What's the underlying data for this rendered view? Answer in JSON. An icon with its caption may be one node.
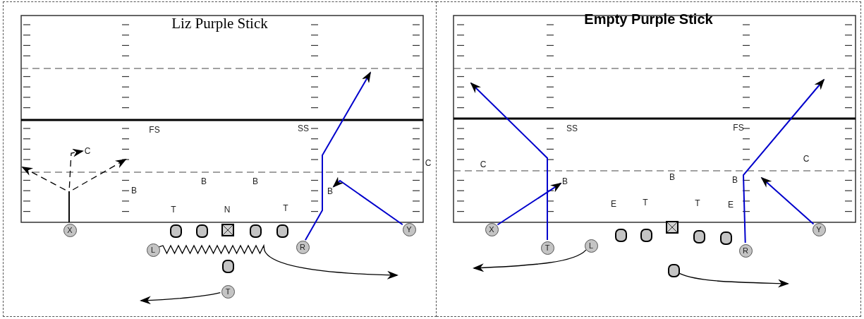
{
  "diagram": {
    "nodes": [
      {
        "text": [
          "Liz Purple Stick"
        ]
      },
      {
        "text": [
          "X"
        ],
        "in": 0
      },
      {
        "text": [],
        "shape": "circle",
        "in": 0
      },
      {
        "text": [],
        "shape": "circle",
        "in": 0
      },
      {
        "text": [],
        "shape": "box",
        "in": 0
      },
      {
        "text": [],
        "shape": "circle",
        "in": 0
      },
      {
        "text": [],
        "shape": "circle",
        "in": 0
      },
      {
        "text": [
          "Y"
        ],
        "in": 0
      },
      {
        "text": [
          "L"
        ],
        "in": 0
      },
      {
        "text": [
          "R"
        ],
        "in": 0
      },
      {
        "text": [],
        "shape": "circle",
        "in": 0
      },
      {
        "text": [
          "T"
        ],
        "in": 0
      },
      {
        "text": [
          "Empty Purple Stick"
        ]
      },
      {
        "text": [
          "X"
        ],
        "in": 12
      },
      {
        "text": [],
        "shape": "circle",
        "in": 12
      },
      {
        "text": [],
        "shape": "circle",
        "in": 12
      },
      {
        "text": [],
        "shape": "box",
        "in": 12
      },
      {
        "text": [],
        "shape": "circle",
        "in": 12
      },
      {
        "text": [],
        "shape": "circle",
        "in": 12
      },
      {
        "text": [
          "Y"
        ],
        "in": 12
      },
      {
        "text": [
          "T"
        ],
        "in": 12
      },
      {
        "text": [
          "L"
        ],
        "in": 12
      },
      {
        "text": [
          "R"
        ],
        "in": 12
      },
      {
        "text": [],
        "shape": "circle",
        "in": 12
      },
      {
        "text": [
          "C"
        ],
        "in": 0
      },
      {
        "text": [
          "B"
        ],
        "in": 0
      },
      {
        "text": [
          "B"
        ],
        "in": 12
      }
    ],
    "edges": [
      {
        "from": 1,
        "to": null,
        "arrow": "to",
        "style": "dashed"
      },
      {
        "from": 1,
        "to": null,
        "arrow": "to",
        "style": "dashed"
      },
      {
        "from": 1,
        "to": 24,
        "arrow": "to",
        "style": "dashed"
      },
      {
        "from": 8,
        "to": null,
        "arrow": "to"
      },
      {
        "from": 11,
        "to": null,
        "arrow": "to"
      },
      {
        "from": 9,
        "to": null,
        "arrow": "to",
        "color": "#0000cc"
      },
      {
        "from": 7,
        "to": 25,
        "arrow": "to",
        "color": "#0000cc"
      },
      {
        "from": 13,
        "to": 26,
        "arrow": "to",
        "color": "#0000cc"
      },
      {
        "from": 20,
        "to": null,
        "arrow": "to",
        "color": "#0000cc"
      },
      {
        "from": 21,
        "to": null,
        "arrow": "to"
      },
      {
        "from": 22,
        "to": null,
        "arrow": "to",
        "color": "#0000cc"
      },
      {
        "from": 19,
        "to": null,
        "arrow": "to",
        "color": "#0000cc"
      },
      {
        "from": 23,
        "to": null,
        "arrow": "to"
      }
    ],
    "labels": [
      "FS",
      "SS",
      "C",
      "B",
      "B",
      "B",
      "T",
      "N",
      "T",
      "SS",
      "FS",
      "C",
      "C",
      "B",
      "B",
      "E",
      "T",
      "T",
      "E"
    ]
  }
}
